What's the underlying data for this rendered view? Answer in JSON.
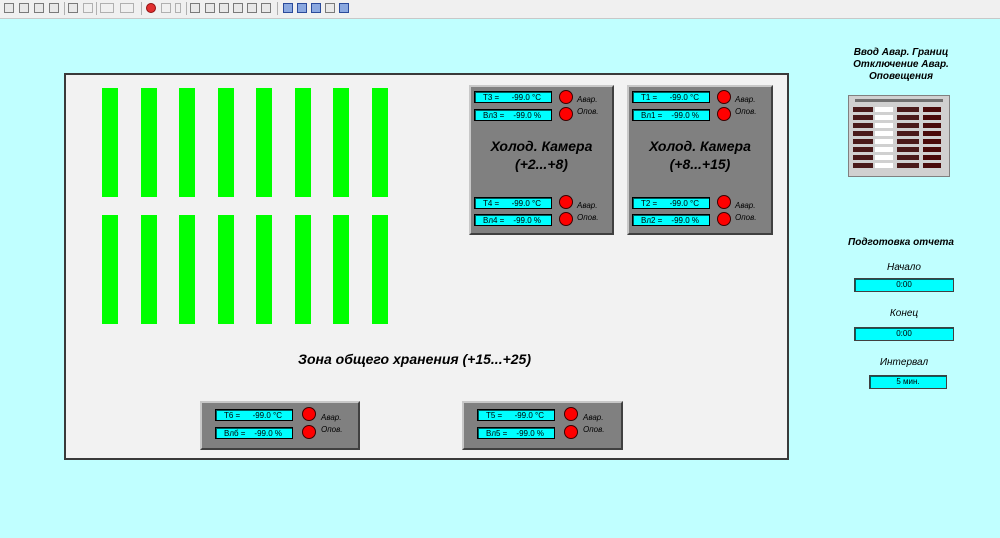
{
  "toolbar": {
    "icons": [
      "open-icon",
      "print-icon",
      "save-icon",
      "chart-icon",
      "home-icon",
      "cursor-icon",
      "back-arrow-icon",
      "forward-arrow-icon",
      "stop-icon",
      "pause-icon",
      "frame-icon",
      "window-icon",
      "trend-icon",
      "alarm-icon",
      "screen-icon",
      "blank-icon",
      "report-icon",
      "settings-icon",
      "table-icon",
      "list-icon",
      "monitor-icon"
    ]
  },
  "colors": {
    "background": "#c0ffff",
    "rack": "#00ff00",
    "room": "#808080",
    "readout": "#00ffff",
    "lamp": "#ff0000"
  },
  "zone": {
    "label": "Зона общего хранения (+15...+25)"
  },
  "rooms": {
    "cold1": {
      "title1": "Холод. Камера",
      "title2": "(+2...+8)",
      "t_top_name": "T3 =",
      "t_top_value": "-99.0 °C",
      "h_top_name": "Вл3 =",
      "h_top_value": "-99.0 %",
      "t_bot_name": "T4 =",
      "t_bot_value": "-99.0 °C",
      "h_bot_name": "Вл4 =",
      "h_bot_value": "-99.0 %"
    },
    "cold2": {
      "title1": "Холод. Камера",
      "title2": "(+8...+15)",
      "t_top_name": "T1 =",
      "t_top_value": "-99.0 °C",
      "h_top_name": "Вл1 =",
      "h_top_value": "-99.0 %",
      "t_bot_name": "T2 =",
      "t_bot_value": "-99.0 °C",
      "h_bot_name": "Вл2 =",
      "h_bot_value": "-99.0 %"
    },
    "s6": {
      "t_name": "T6 =",
      "t_value": "-99.0 °C",
      "h_name": "Влб =",
      "h_value": "-99.0 %"
    },
    "s5": {
      "t_name": "T5 =",
      "t_value": "-99.0 °C",
      "h_name": "Вл5 =",
      "h_value": "-99.0 %"
    }
  },
  "labels": {
    "alarm": "Авар.",
    "notify": "Опов."
  },
  "side": {
    "title_line1": "Ввод Авар. Границ",
    "title_line2": "Отключение Авар.",
    "title_line3": "Оповещения",
    "report_title": "Подготовка отчета",
    "start_label": "Начало",
    "start_value": "0:00",
    "end_label": "Конец",
    "end_value": "0:00",
    "interval_label": "Интервал",
    "interval_value": "5  мин."
  }
}
